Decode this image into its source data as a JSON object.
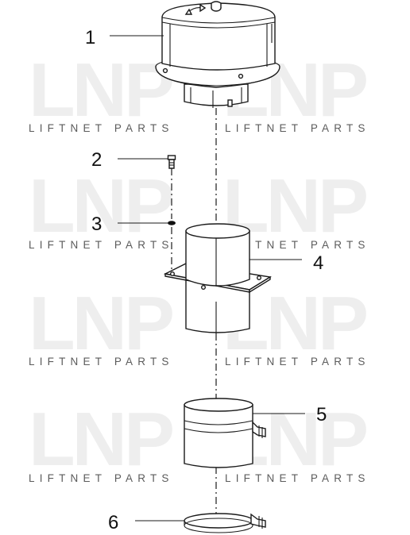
{
  "watermark": {
    "logo": "LNP",
    "text": "LIFTNET PARTS"
  },
  "callouts": {
    "c1": "1",
    "c2": "2",
    "c3": "3",
    "c4": "4",
    "c5": "5",
    "c6": "6"
  },
  "parts": [
    {
      "callout": "1",
      "name": "pre-cleaner-cap-icon"
    },
    {
      "callout": "2",
      "name": "bolt-icon"
    },
    {
      "callout": "3",
      "name": "washer-icon"
    },
    {
      "callout": "4",
      "name": "flange-pipe-icon"
    },
    {
      "callout": "5",
      "name": "sleeve-with-clamp-icon"
    },
    {
      "callout": "6",
      "name": "hose-clamp-icon"
    }
  ]
}
